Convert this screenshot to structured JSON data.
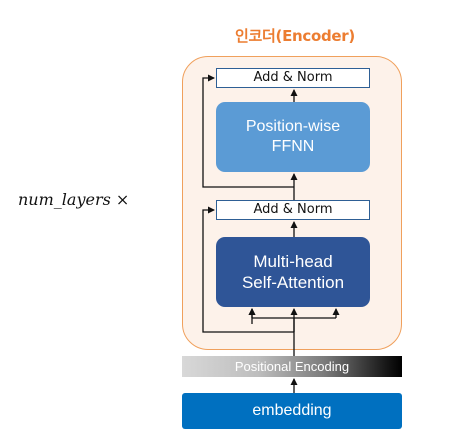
{
  "encoder": {
    "title": "인코더(Encoder)",
    "repeat_label": "num_layers ×"
  },
  "blocks": {
    "add_norm_top": "Add & Norm",
    "ffnn_line1": "Position-wise",
    "ffnn_line2": "FFNN",
    "add_norm_bottom": "Add & Norm",
    "mha_line1": "Multi-head",
    "mha_line2": "Self-Attention",
    "positional_encoding": "Positional Encoding",
    "embedding": "embedding"
  },
  "colors": {
    "encoder_accent": "#ec7d31",
    "encoder_fill": "#fdf2ea",
    "ffnn": "#5b9bd5",
    "mha": "#2f5597",
    "embedding": "#0070c0",
    "add_norm_border": "#2e5f95"
  }
}
